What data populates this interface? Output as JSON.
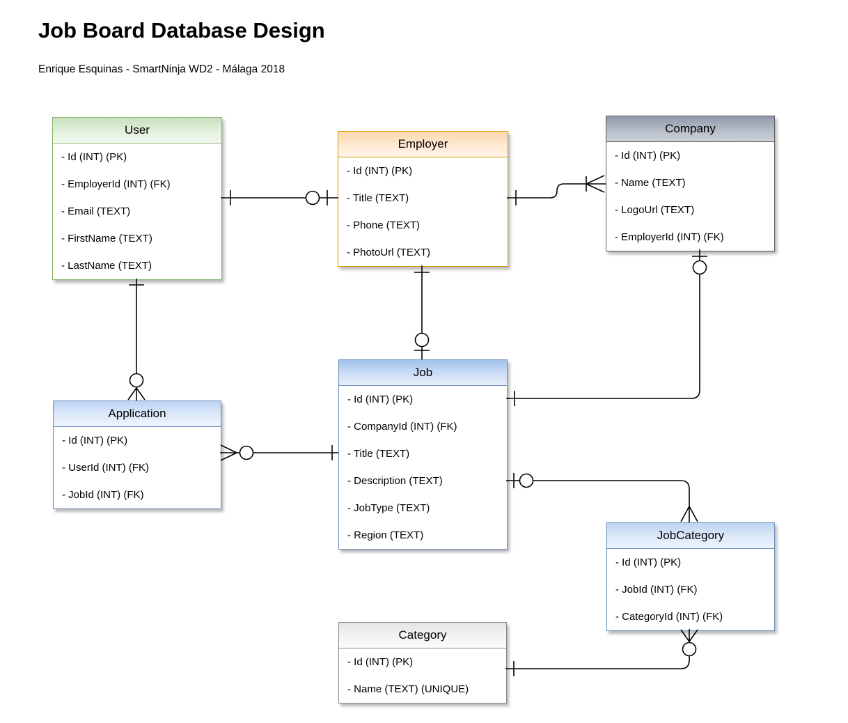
{
  "page": {
    "title": "Job Board Database Design",
    "subtitle": "Enrique Esquinas - SmartNinja WD2 - Málaga 2018"
  },
  "palette": {
    "green": {
      "fill": "#d5e8d4",
      "stroke": "#82b366"
    },
    "orange": {
      "fill": "#ffe6cc",
      "stroke": "#d79b00"
    },
    "gray": {
      "fill": "#9aa3b1",
      "stroke": "#5d5d5d"
    },
    "blue": {
      "fill": "#a3c2ec",
      "stroke": "#6c8ebf"
    },
    "lightblue": {
      "fill": "#dae8fc",
      "stroke": "#6c8ebf"
    },
    "white": {
      "fill": "#f5f5f5",
      "stroke": "#8a8a8a"
    },
    "line": "#000000"
  },
  "entities": [
    {
      "title": "User",
      "theme": "green",
      "fields": [
        "- Id (INT) (PK)",
        "- EmployerId (INT) (FK)",
        "- Email (TEXT)",
        "- FirstName (TEXT)",
        "- LastName (TEXT)"
      ]
    },
    {
      "title": "Employer",
      "theme": "orange",
      "fields": [
        "- Id (INT) (PK)",
        "- Title (TEXT)",
        "- Phone (TEXT)",
        "- PhotoUrl (TEXT)"
      ]
    },
    {
      "title": "Company",
      "theme": "gray",
      "fields": [
        "- Id (INT) (PK)",
        "- Name (TEXT)",
        "- LogoUrl (TEXT)",
        "- EmployerId (INT) (FK)"
      ]
    },
    {
      "title": "Job",
      "theme": "blue",
      "fields": [
        "- Id (INT) (PK)",
        "- CompanyId (INT) (FK)",
        "- Title (TEXT)",
        "- Description (TEXT)",
        "- JobType (TEXT)",
        "- Region (TEXT)"
      ]
    },
    {
      "title": "Application",
      "theme": "lightblue",
      "fields": [
        "- Id (INT) (PK)",
        "- UserId (INT) (FK)",
        "- JobId (INT) (FK)"
      ]
    },
    {
      "title": "JobCategory",
      "theme": "lightblue",
      "fields": [
        "- Id (INT) (PK)",
        "- JobId (INT) (FK)",
        "- CategoryId (INT) (FK)"
      ]
    },
    {
      "title": "Category",
      "theme": "white",
      "fields": [
        "- Id (INT) (PK)",
        "- Name (TEXT) (UNIQUE)"
      ]
    }
  ],
  "relationships": [
    {
      "from": "User",
      "to": "Employer",
      "from_cardinality": "one",
      "to_cardinality": "zero-or-one"
    },
    {
      "from": "Employer",
      "to": "Company",
      "from_cardinality": "one",
      "to_cardinality": "one-or-many"
    },
    {
      "from": "Employer",
      "to": "Job",
      "from_cardinality": "one",
      "to_cardinality": "zero-or-one"
    },
    {
      "from": "User",
      "to": "Application",
      "from_cardinality": "one",
      "to_cardinality": "zero-or-many"
    },
    {
      "from": "Job",
      "to": "Application",
      "from_cardinality": "one",
      "to_cardinality": "zero-or-many"
    },
    {
      "from": "Company",
      "to": "Job",
      "from_cardinality": "zero-or-one",
      "to_cardinality": "one"
    },
    {
      "from": "Job",
      "to": "JobCategory",
      "from_cardinality": "zero-or-one",
      "to_cardinality": "many"
    },
    {
      "from": "Category",
      "to": "JobCategory",
      "from_cardinality": "one",
      "to_cardinality": "zero-or-many"
    }
  ]
}
